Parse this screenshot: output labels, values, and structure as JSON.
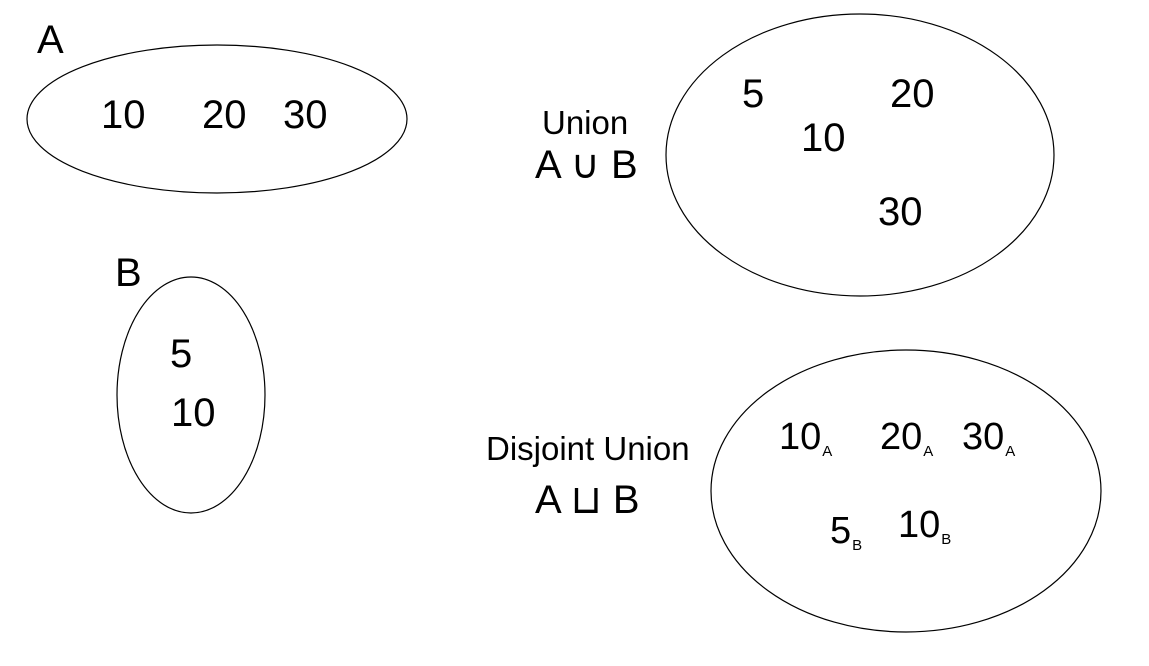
{
  "sets": {
    "a": {
      "label": "A",
      "elements": [
        "10",
        "20",
        "30"
      ]
    },
    "b": {
      "label": "B",
      "elements": [
        "5",
        "10"
      ]
    }
  },
  "union": {
    "title": "Union",
    "expression": "A ∪ B",
    "elements": [
      "5",
      "20",
      "10",
      "30"
    ]
  },
  "disjoint_union": {
    "title": "Disjoint Union",
    "expression": "A ⊔ B",
    "elements": [
      {
        "value": "10",
        "tag": "A"
      },
      {
        "value": "20",
        "tag": "A"
      },
      {
        "value": "30",
        "tag": "A"
      },
      {
        "value": "5",
        "tag": "B"
      },
      {
        "value": "10",
        "tag": "B"
      }
    ]
  }
}
